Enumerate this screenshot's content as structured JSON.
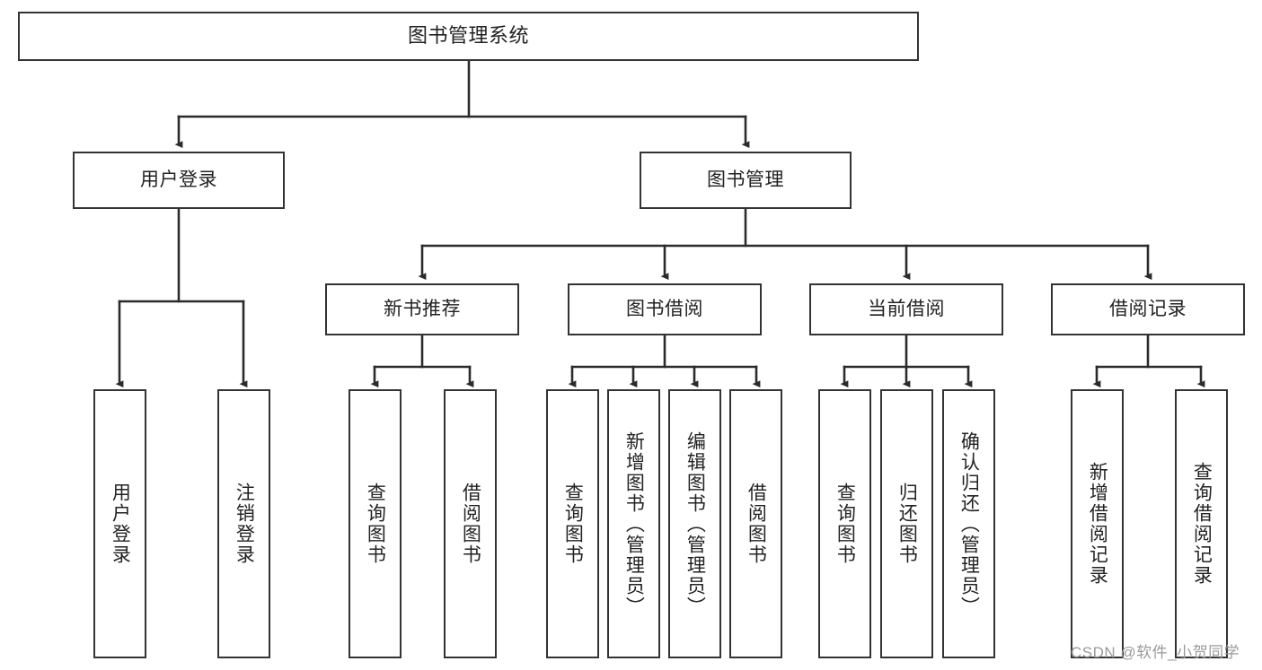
{
  "diagram": {
    "type": "tree-hierarchy-flowchart",
    "root": {
      "label": "图书管理系统"
    },
    "level2": [
      {
        "label": "用户登录"
      },
      {
        "label": "图书管理"
      }
    ],
    "level3": [
      {
        "label": "新书推荐"
      },
      {
        "label": "图书借阅"
      },
      {
        "label": "当前借阅"
      },
      {
        "label": "借阅记录"
      }
    ],
    "leaves": {
      "user_login": [
        {
          "label": "用户登录"
        },
        {
          "label": "注销登录"
        }
      ],
      "new_book_recommend": [
        {
          "label": "查询图书"
        },
        {
          "label": "借阅图书"
        }
      ],
      "book_borrow": [
        {
          "label": "查询图书"
        },
        {
          "label": "新增图书（管理员）"
        },
        {
          "label": "编辑图书（管理员）"
        },
        {
          "label": "借阅图书"
        }
      ],
      "current_borrow": [
        {
          "label": "查询图书"
        },
        {
          "label": "归还图书"
        },
        {
          "label": "确认归还（管理员）"
        }
      ],
      "borrow_record": [
        {
          "label": "新增借阅记录"
        },
        {
          "label": "查询借阅记录"
        }
      ]
    }
  },
  "watermark": {
    "text": "CSDN @软件_小贺同学"
  },
  "colors": {
    "box_border": "#333333",
    "box_fill": "#ffffff",
    "connector": "#2b2b2b",
    "text": "#222222",
    "watermark": "#9a9a9a",
    "background": "#ffffff"
  }
}
